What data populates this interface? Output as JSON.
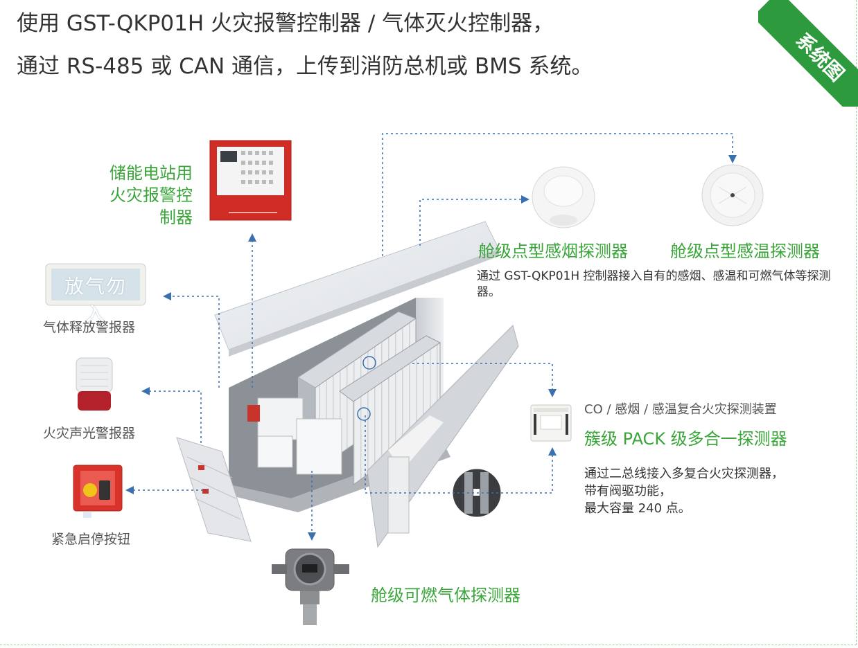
{
  "header": {
    "line1": "使用 GST-QKP01H 火灾报警控制器 / 气体灭火控制器，",
    "line2": "通过 RS-485 或 CAN 通信，上传到消防总机或 BMS 系统。"
  },
  "ribbon": {
    "label": "系统图"
  },
  "controller": {
    "title_line1": "储能电站用",
    "title_line2": "火灾报警控制器"
  },
  "gas_release_alarm": {
    "panel_text": "放气勿入",
    "label": "气体释放警报器"
  },
  "sound_light_alarm": {
    "label": "火灾声光警报器"
  },
  "emergency_button": {
    "label": "紧急启停按钮"
  },
  "smoke_detector": {
    "label": "舱级点型感烟探测器"
  },
  "heat_detector": {
    "label": "舱级点型感温探测器"
  },
  "detectors_note": {
    "text": "通过 GST-QKP01H 控制器接入自有的感烟、感温和可燃气体等探测器。"
  },
  "pack_detector": {
    "subtitle": "CO / 感烟 / 感温复合火灾探测装置",
    "title": "簇级 PACK 级多合一探测器",
    "note_line1": "通过二总线接入多复合火灾探测器，",
    "note_line2": "带有阀驱功能，",
    "note_line3": "最大容量 240 点。"
  },
  "gas_detector": {
    "label": "舱级可燃气体探测器"
  },
  "colors": {
    "accent_green": "#3aa63a",
    "ribbon_green": "#2e9a3e",
    "line_blue": "#3a6fb0",
    "alarm_red": "#c8332b"
  }
}
